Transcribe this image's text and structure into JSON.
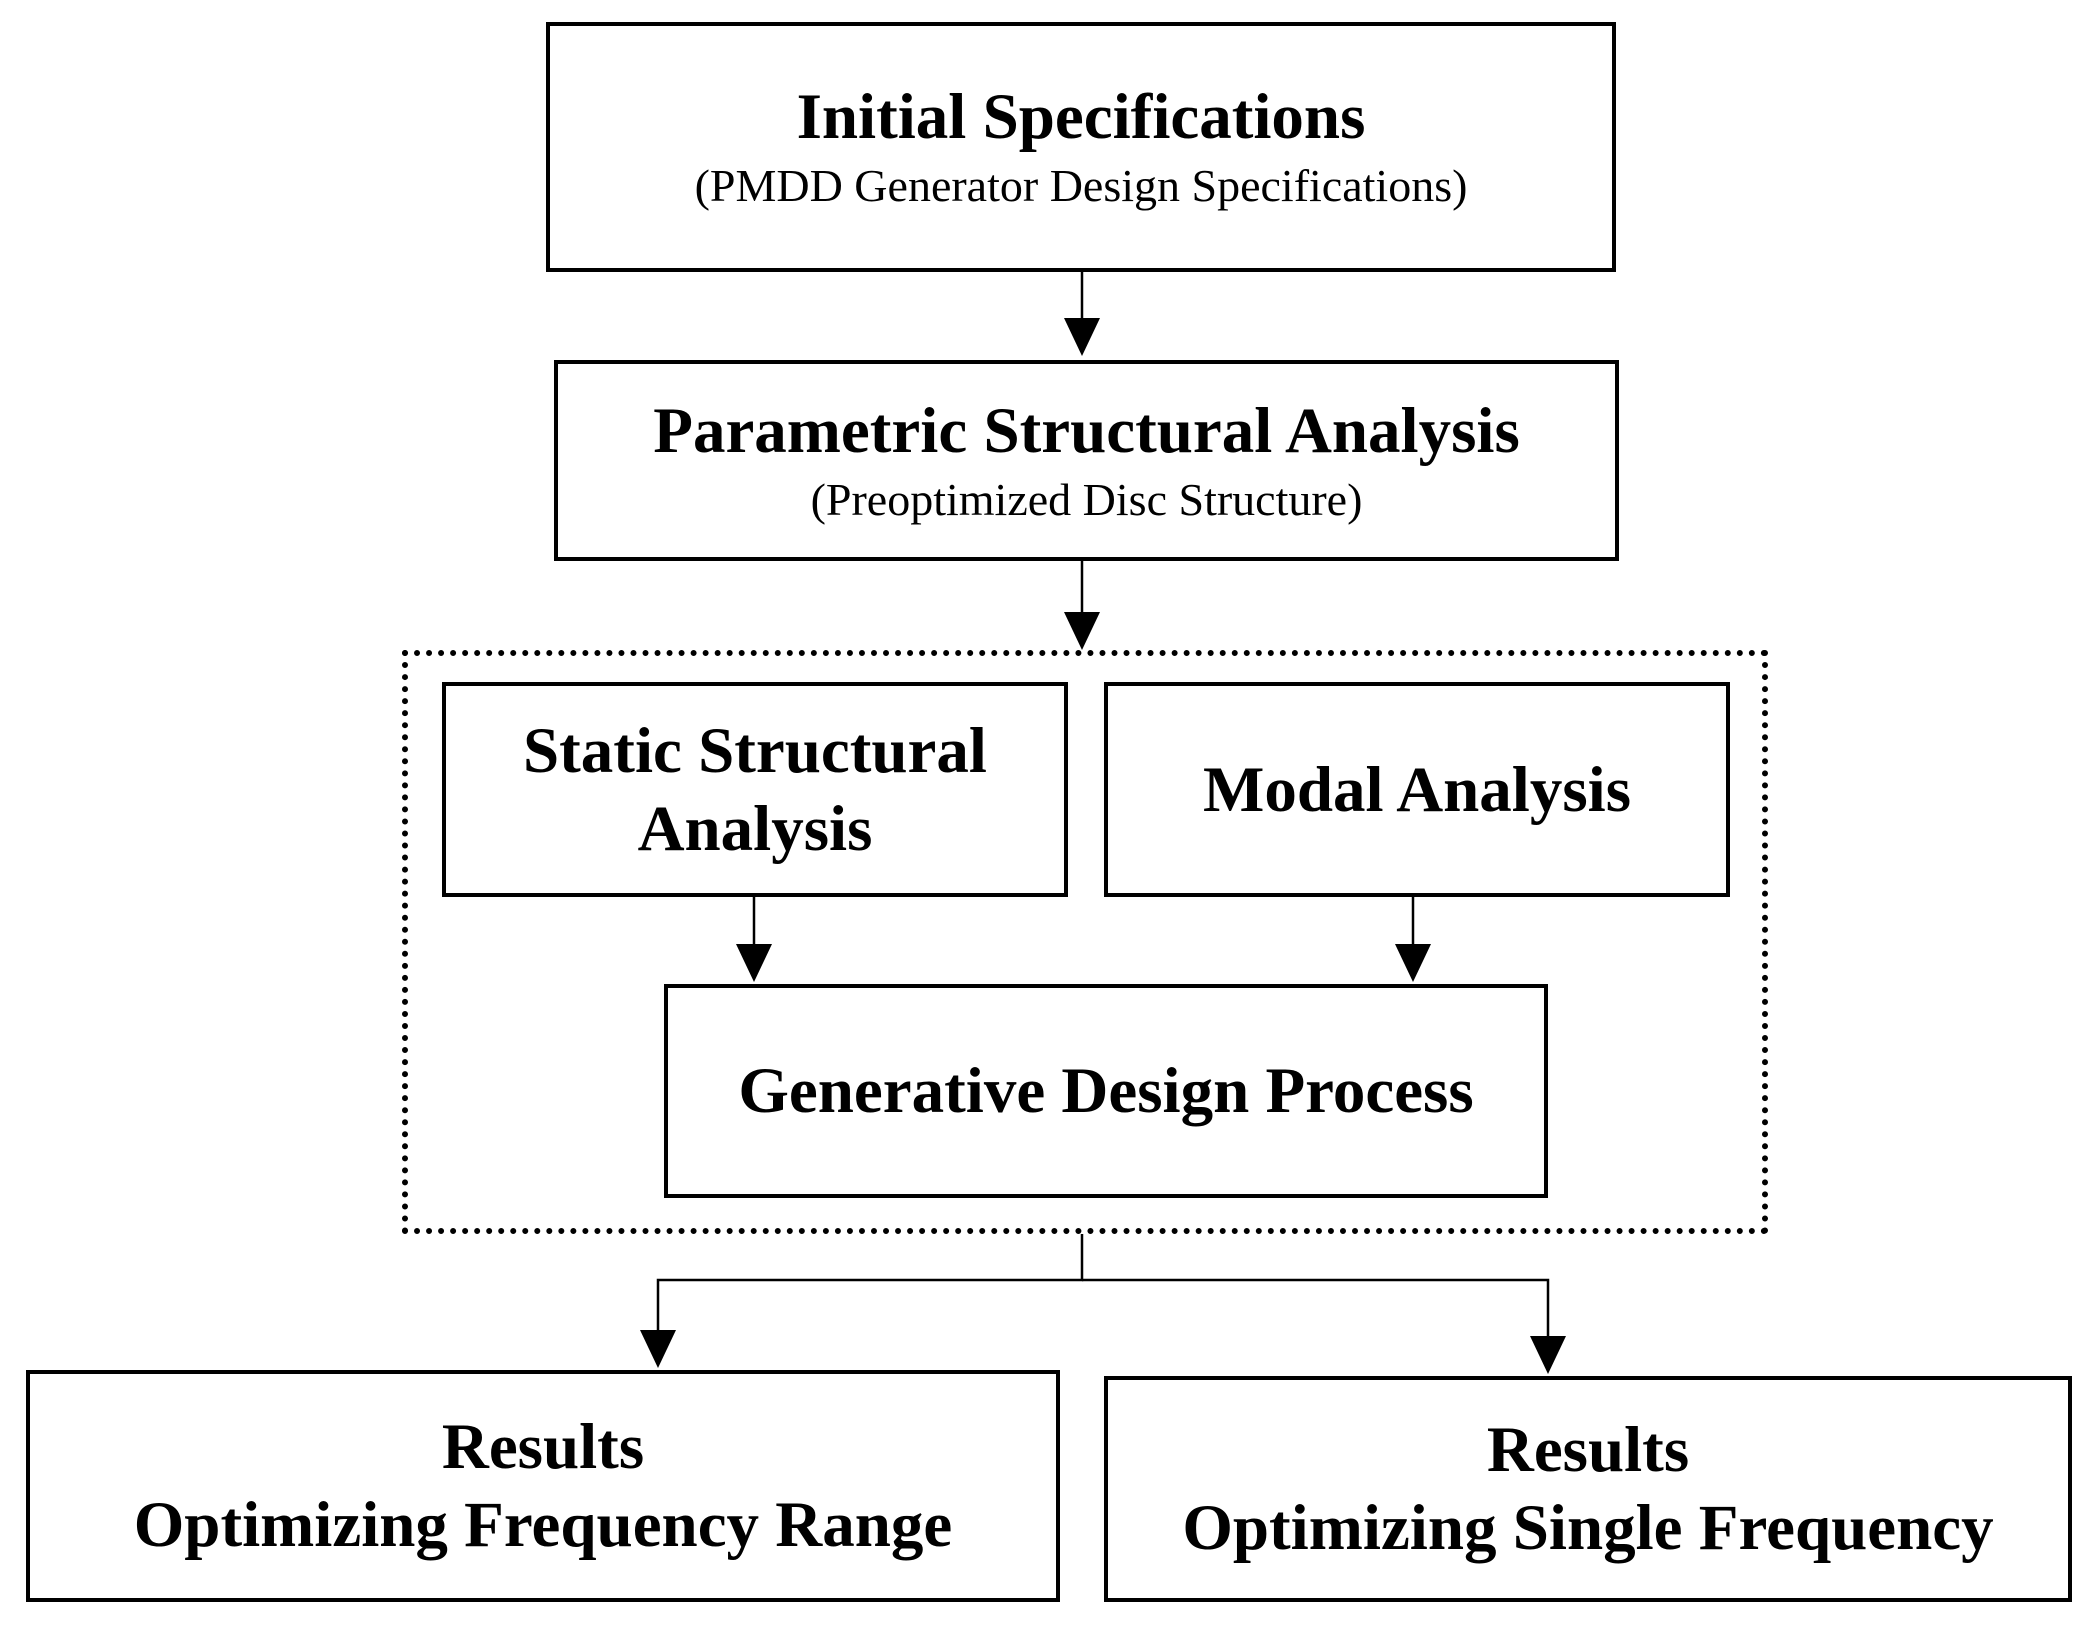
{
  "nodes": {
    "initial": {
      "title": "Initial Specifications",
      "subtitle": "(PMDD Generator Design Specifications)"
    },
    "parametric": {
      "title": "Parametric Structural Analysis",
      "subtitle": "(Preoptimized Disc Structure)"
    },
    "static": {
      "title_line1": "Static Structural",
      "title_line2": "Analysis"
    },
    "modal": {
      "title": "Modal Analysis"
    },
    "generative": {
      "title": "Generative Design Process"
    },
    "results_range": {
      "line1": "Results",
      "line2": "Optimizing Frequency Range"
    },
    "results_single": {
      "line1": "Results",
      "line2": "Optimizing Single Frequency"
    }
  }
}
